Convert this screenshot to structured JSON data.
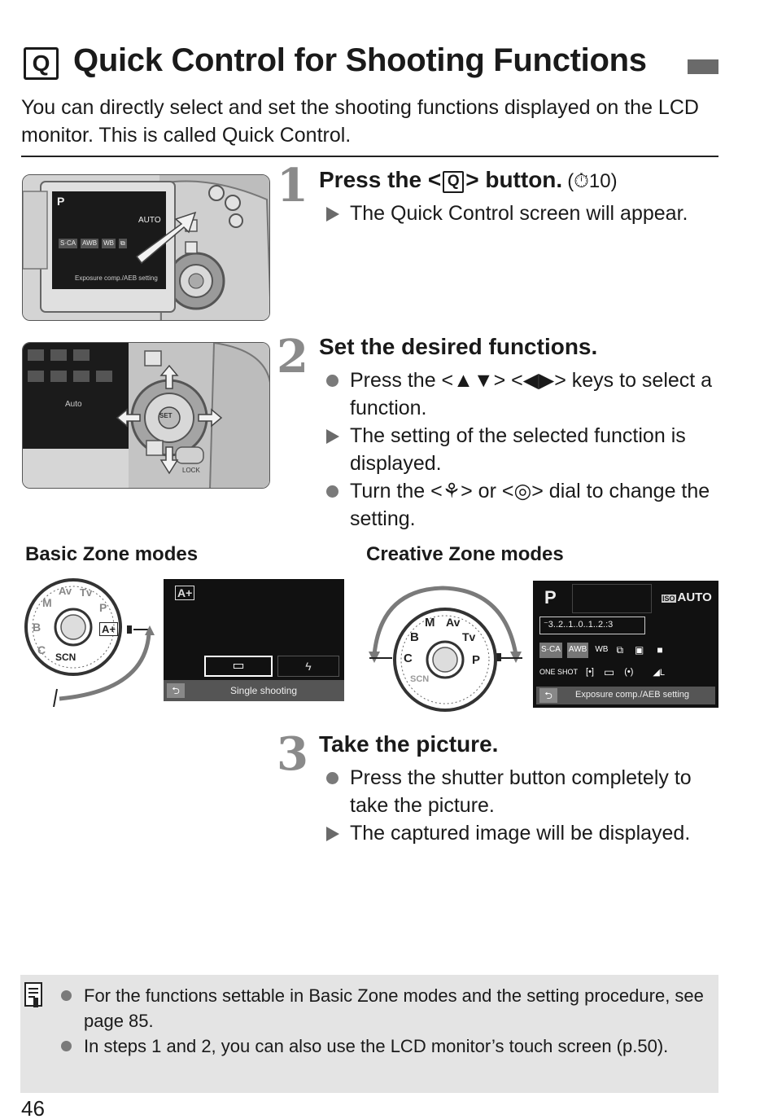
{
  "header": {
    "icon_letter": "Q",
    "title": "Quick Control for Shooting Functions"
  },
  "intro": "You can directly select and set the shooting functions displayed on the LCD monitor. This is called Quick Control.",
  "steps": [
    {
      "number": "1",
      "title_pre": "Press the <",
      "title_icon": "Q",
      "title_post": "> button.",
      "page_ref": "(⏱10)",
      "items": [
        {
          "marker": "result",
          "text": "The Quick Control screen will appear."
        }
      ]
    },
    {
      "number": "2",
      "title": "Set the desired functions.",
      "items": [
        {
          "marker": "bullet",
          "text": "Press the <▲▼> <◀▶> keys to select a function."
        },
        {
          "marker": "result",
          "text": "The setting of the selected function is displayed."
        },
        {
          "marker": "bullet",
          "text": "Turn the <⚘> or <◎> dial to change the setting."
        }
      ]
    },
    {
      "number": "3",
      "title": "Take the picture.",
      "items": [
        {
          "marker": "bullet",
          "text": "Press the shutter button completely to take the picture."
        },
        {
          "marker": "result",
          "text": "The captured image will be displayed."
        }
      ]
    }
  ],
  "modes": {
    "basic_label": "Basic Zone modes",
    "creative_label": "Creative Zone modes",
    "basic_dial": [
      "B",
      "M",
      "Av",
      "Tv",
      "P",
      "A+",
      "SCN",
      "C"
    ],
    "creative_dial": [
      "C",
      "B",
      "M",
      "Av",
      "Tv",
      "P",
      "SCN"
    ],
    "basic_screen": {
      "top_icon": "A+",
      "option_left": "▭",
      "option_right": "ϟ",
      "bottom_text": "Single shooting"
    },
    "creative_screen": {
      "mode": "P",
      "iso": "AUTO",
      "scale": "⁻3..2..1..0..1..2.:3",
      "row1": [
        "S·CA",
        "AWB",
        "WB",
        "⧉",
        "▣",
        "■"
      ],
      "row2": [
        "ONE SHOT",
        "[•]",
        "▭",
        "(•)",
        "◢L"
      ],
      "bottom_text": "Exposure comp./AEB setting"
    }
  },
  "photo1_screen": {
    "mode": "P",
    "iso": "AUTO",
    "row": [
      "S·CA",
      "AWB",
      "WB",
      "⧉"
    ],
    "bottom_text": "Exposure comp./AEB setting"
  },
  "photo2_screen": {
    "bottom_text": "Auto",
    "set_label": "SET",
    "lock_label": "LOCK"
  },
  "notes": [
    "For the functions settable in Basic Zone modes and the setting procedure, see page 85.",
    "In steps 1 and 2, you can also use the LCD monitor’s touch screen (p.50)."
  ],
  "page_number": "46"
}
